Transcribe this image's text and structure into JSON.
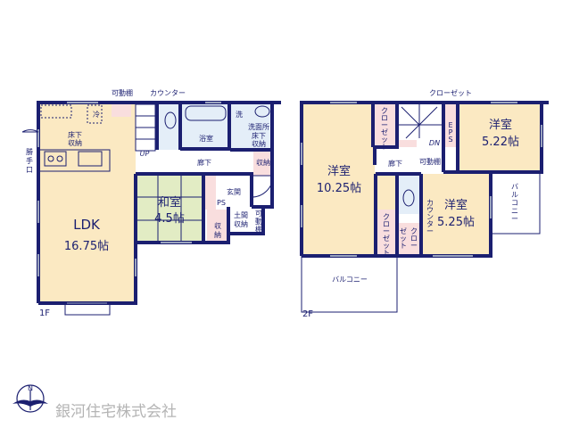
{
  "colors": {
    "wall": "#1b1f70",
    "ldk": "#fbe9c2",
    "washitsu": "#e2ecc4",
    "wet": "#e4eef8",
    "storage": "#f9dede"
  },
  "floor1": {
    "label": "1F",
    "ldk": {
      "name": "LDK",
      "size": "16.75帖"
    },
    "washitsu": {
      "name": "和室",
      "size": "4.5帖"
    },
    "adjustable_shelf": "可動棚",
    "counter": "カウンター",
    "fridge": "冷",
    "underfloor_storage": [
      "床下",
      "収納"
    ],
    "back_door": [
      "勝",
      "手",
      "口"
    ],
    "up": "UP",
    "bath": "浴室",
    "washer": "洗",
    "washroom": "洗面所",
    "wash_underfloor": [
      "床下",
      "収納"
    ],
    "hallway": "廊下",
    "storage": "収納",
    "entrance": "玄関",
    "ps": "PS",
    "doma_storage": [
      "土間",
      "収納"
    ],
    "closet_storage": [
      "収",
      "納"
    ],
    "shelf_vertical": [
      "可",
      "動",
      "棚"
    ]
  },
  "floor2": {
    "label": "2F",
    "room_large": {
      "name": "洋室",
      "size": "10.25帖"
    },
    "room_ne": {
      "name": "洋室",
      "size": "5.22帖"
    },
    "room_se": {
      "name": "洋室",
      "size": "5.25帖"
    },
    "closet_top": "クローゼット",
    "closet_v": [
      "ク",
      "ロ",
      "ー",
      "ゼ",
      "ッ",
      "ト"
    ],
    "eps": [
      "E",
      "P",
      "S"
    ],
    "dn": "DN",
    "hallway": "廊下",
    "adjustable_shelf": "可動棚",
    "counter_v": [
      "カ",
      "ウ",
      "ン",
      "タ",
      "ー"
    ],
    "closet_small_a": [
      "ゼ",
      "ッ",
      "ト"
    ],
    "closet_small_b": [
      "ク",
      "ロ",
      "ー"
    ],
    "balcony_bottom": "バルコニー",
    "balcony_right": [
      "バ",
      "ル",
      "コ",
      "ニ",
      "ー"
    ]
  },
  "company": {
    "name": "銀河住宅株式会社",
    "compass": "N"
  }
}
